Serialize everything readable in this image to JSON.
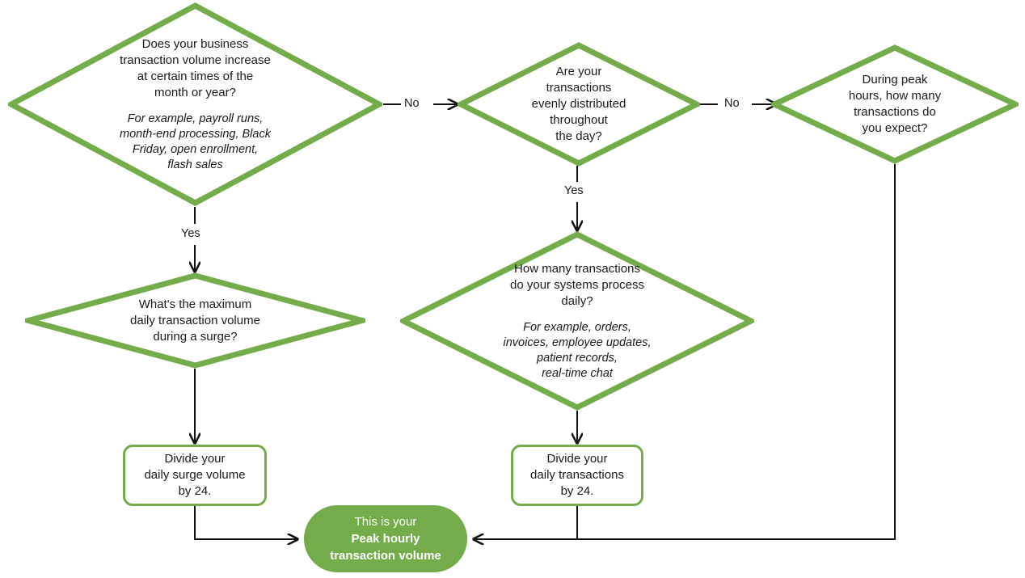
{
  "diagram": {
    "title": "Peak hourly transaction volume decision flowchart",
    "colors": {
      "accent_green": "#74ac4b",
      "text": "#1a1a1a",
      "line": "#111111",
      "background": "#ffffff",
      "terminal_text": "#ffffff"
    },
    "nodes": {
      "q1": {
        "type": "decision",
        "question": "Does your business\ntransaction volume increase\nat certain times of the\nmonth or year?",
        "example": "For example, payroll runs,\nmonth-end processing, Black\nFriday, open enrollment,\nflash sales"
      },
      "q2": {
        "type": "decision",
        "question": "Are your\ntransactions\nevenly distributed\nthroughout\nthe day?",
        "example": ""
      },
      "q3": {
        "type": "decision",
        "question": "During peak\nhours, how many\ntransactions do\nyou expect?",
        "example": ""
      },
      "q4": {
        "type": "decision",
        "question": "What's the maximum\ndaily transaction volume\nduring a surge?",
        "example": ""
      },
      "q5": {
        "type": "decision",
        "question": "How many transactions\ndo your systems process\ndaily?",
        "example": "For example, orders,\ninvoices, employee updates,\npatient records,\nreal-time chat"
      },
      "p1": {
        "type": "process",
        "text": "Divide your\ndaily surge volume\nby 24."
      },
      "p2": {
        "type": "process",
        "text": "Divide your\ndaily transactions\nby 24."
      },
      "result": {
        "type": "terminal",
        "line1": "This is your",
        "line2": "Peak hourly",
        "line3": "transaction volume"
      }
    },
    "edge_labels": {
      "q1_to_q2": "No",
      "q1_to_q4": "Yes",
      "q2_to_q3": "No",
      "q2_to_q5": "Yes"
    }
  }
}
